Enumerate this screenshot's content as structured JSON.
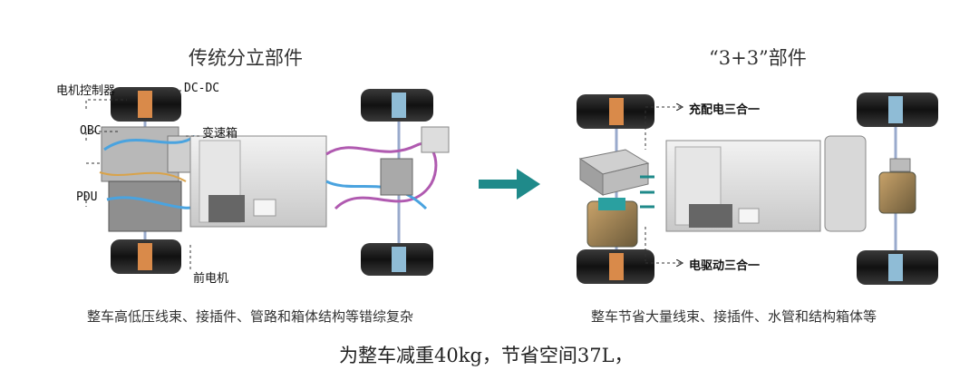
{
  "left": {
    "title": "传统分立部件",
    "caption": "整车高低压线束、接插件、管路和箱体结构等错综复杂",
    "labels": {
      "motor_controller": "电机控制器",
      "dcdc": "DC-DC",
      "gearbox": "变速箱",
      "obc": "OBC",
      "pdu": "PDU",
      "front_motor": "前电机"
    }
  },
  "right": {
    "title": "“3+3”部件",
    "caption": "整车节省大量线束、接插件、水管和结构箱体等",
    "labels": {
      "charge_3in1": "充配电三合一",
      "drive_3in1": "电驱动三合一"
    }
  },
  "footer": "为整车减重40kg，节省空间37L，",
  "colors": {
    "arrow": "#1f8a8a",
    "tire": "#1b1b1b",
    "shaft": "#d98a4a",
    "battery": "#dcdcdc"
  }
}
